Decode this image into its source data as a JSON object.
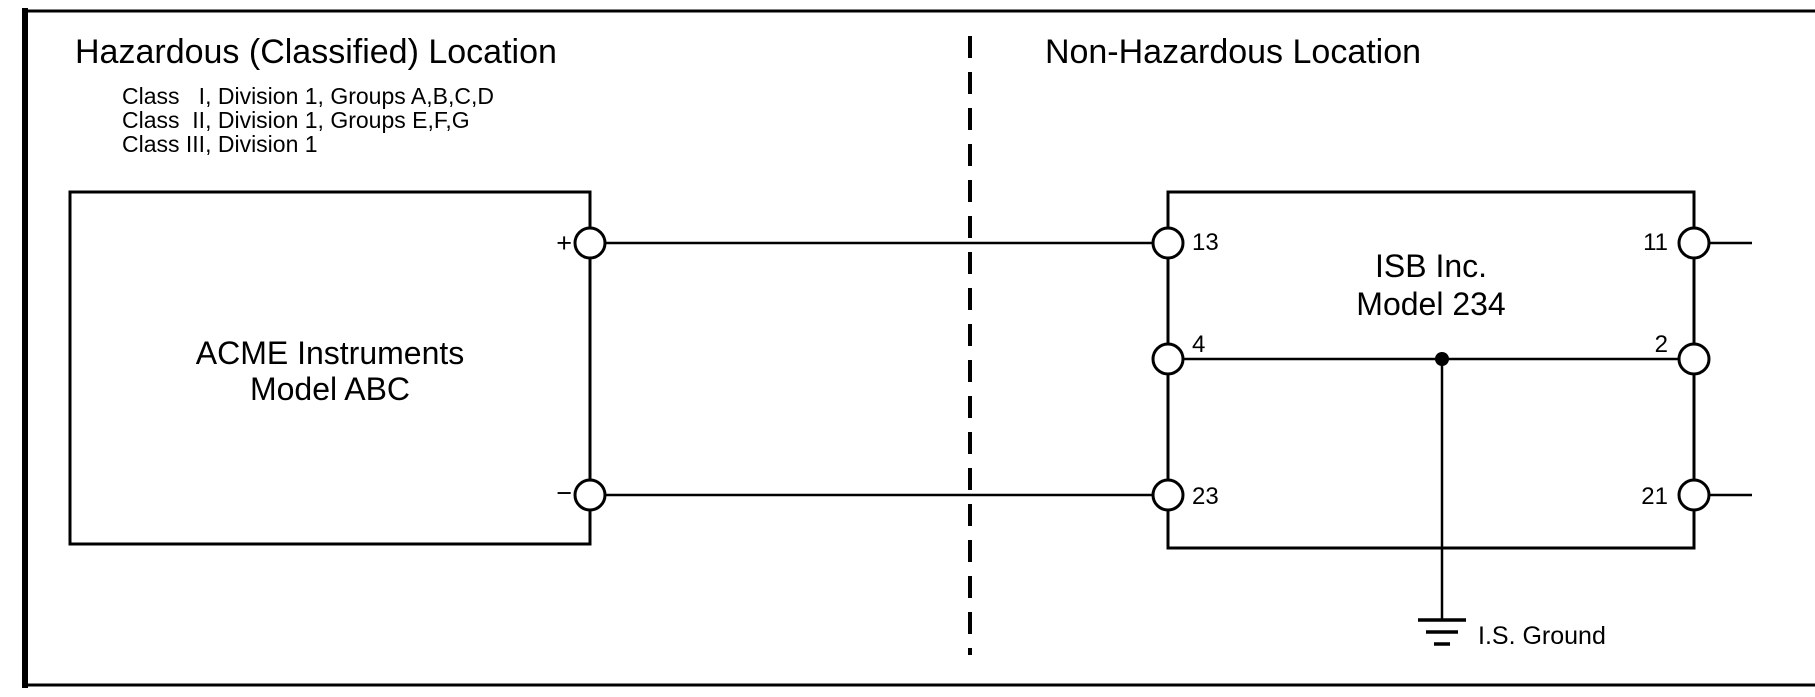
{
  "hazardous": {
    "title": "Hazardous (Classified) Location",
    "class_lines": [
      "Class   I, Division 1, Groups A,B,C,D",
      "Class  II, Division 1, Groups E,F,G",
      "Class III, Division 1"
    ]
  },
  "non_hazardous": {
    "title": "Non-Hazardous Location"
  },
  "acme_device": {
    "name_line1": "ACME Instruments",
    "name_line2": "Model ABC",
    "positive_label": "+",
    "negative_label": "−"
  },
  "isb_device": {
    "name_line1": "ISB Inc.",
    "name_line2": "Model 234",
    "left_terminals": [
      "13",
      "4",
      "23"
    ],
    "right_terminals": [
      "11",
      "2",
      "21"
    ]
  },
  "ground_label": "I.S. Ground",
  "colors": {
    "line": "#000000",
    "background": "#ffffff"
  }
}
